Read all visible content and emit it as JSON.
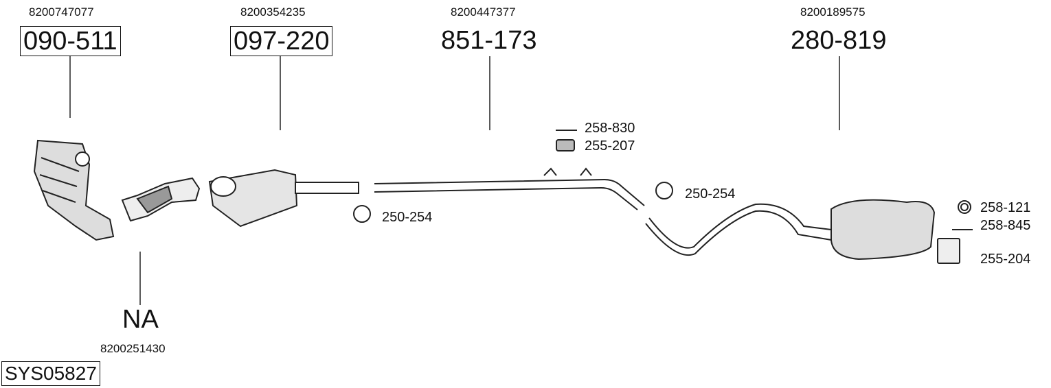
{
  "parts": [
    {
      "oem": "8200747077",
      "code": "090-511",
      "boxed": true
    },
    {
      "oem": "8200354235",
      "code": "097-220",
      "boxed": true
    },
    {
      "oem": "8200447377",
      "code": "851-173",
      "boxed": false
    },
    {
      "oem": "8200189575",
      "code": "280-819",
      "boxed": false
    },
    {
      "oem": "8200251430",
      "code": "NA",
      "boxed": false
    }
  ],
  "accessories": {
    "bolt_1": "258-830",
    "rubber_1": "255-207",
    "clamp_1": "250-254",
    "clamp_2": "250-254",
    "ring": "258-121",
    "bolt_2": "258-845",
    "bracket": "255-204"
  },
  "system_id": "SYS05827"
}
